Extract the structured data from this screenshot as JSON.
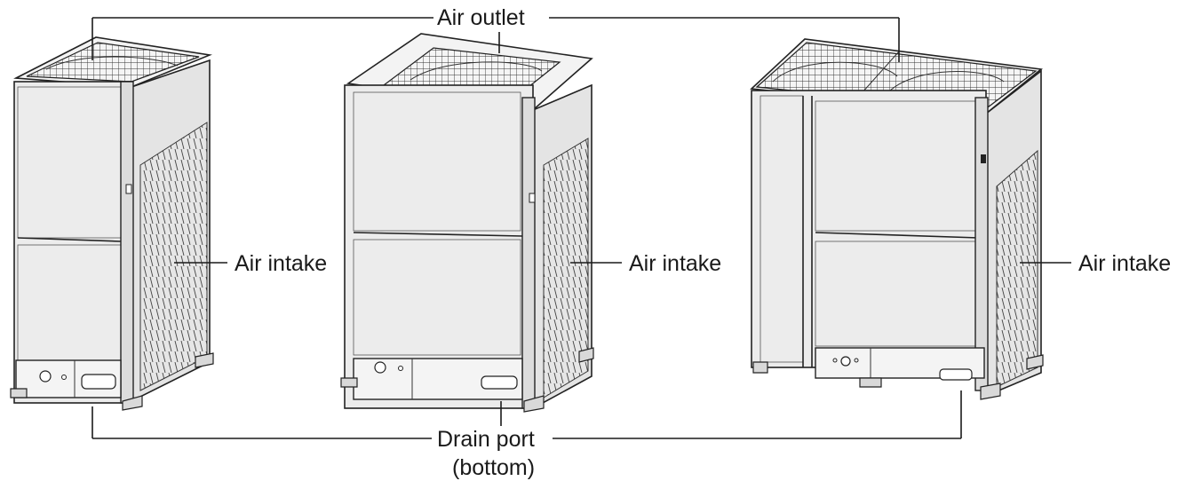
{
  "labels": {
    "air_outlet": "Air outlet",
    "air_intake_1": "Air intake",
    "air_intake_2": "Air intake",
    "air_intake_3": "Air intake",
    "drain_port_line1": "Drain port",
    "drain_port_line2": "(bottom)"
  },
  "colors": {
    "line": "#1a1a1a",
    "panel": "#ececec",
    "background": "#ffffff"
  }
}
